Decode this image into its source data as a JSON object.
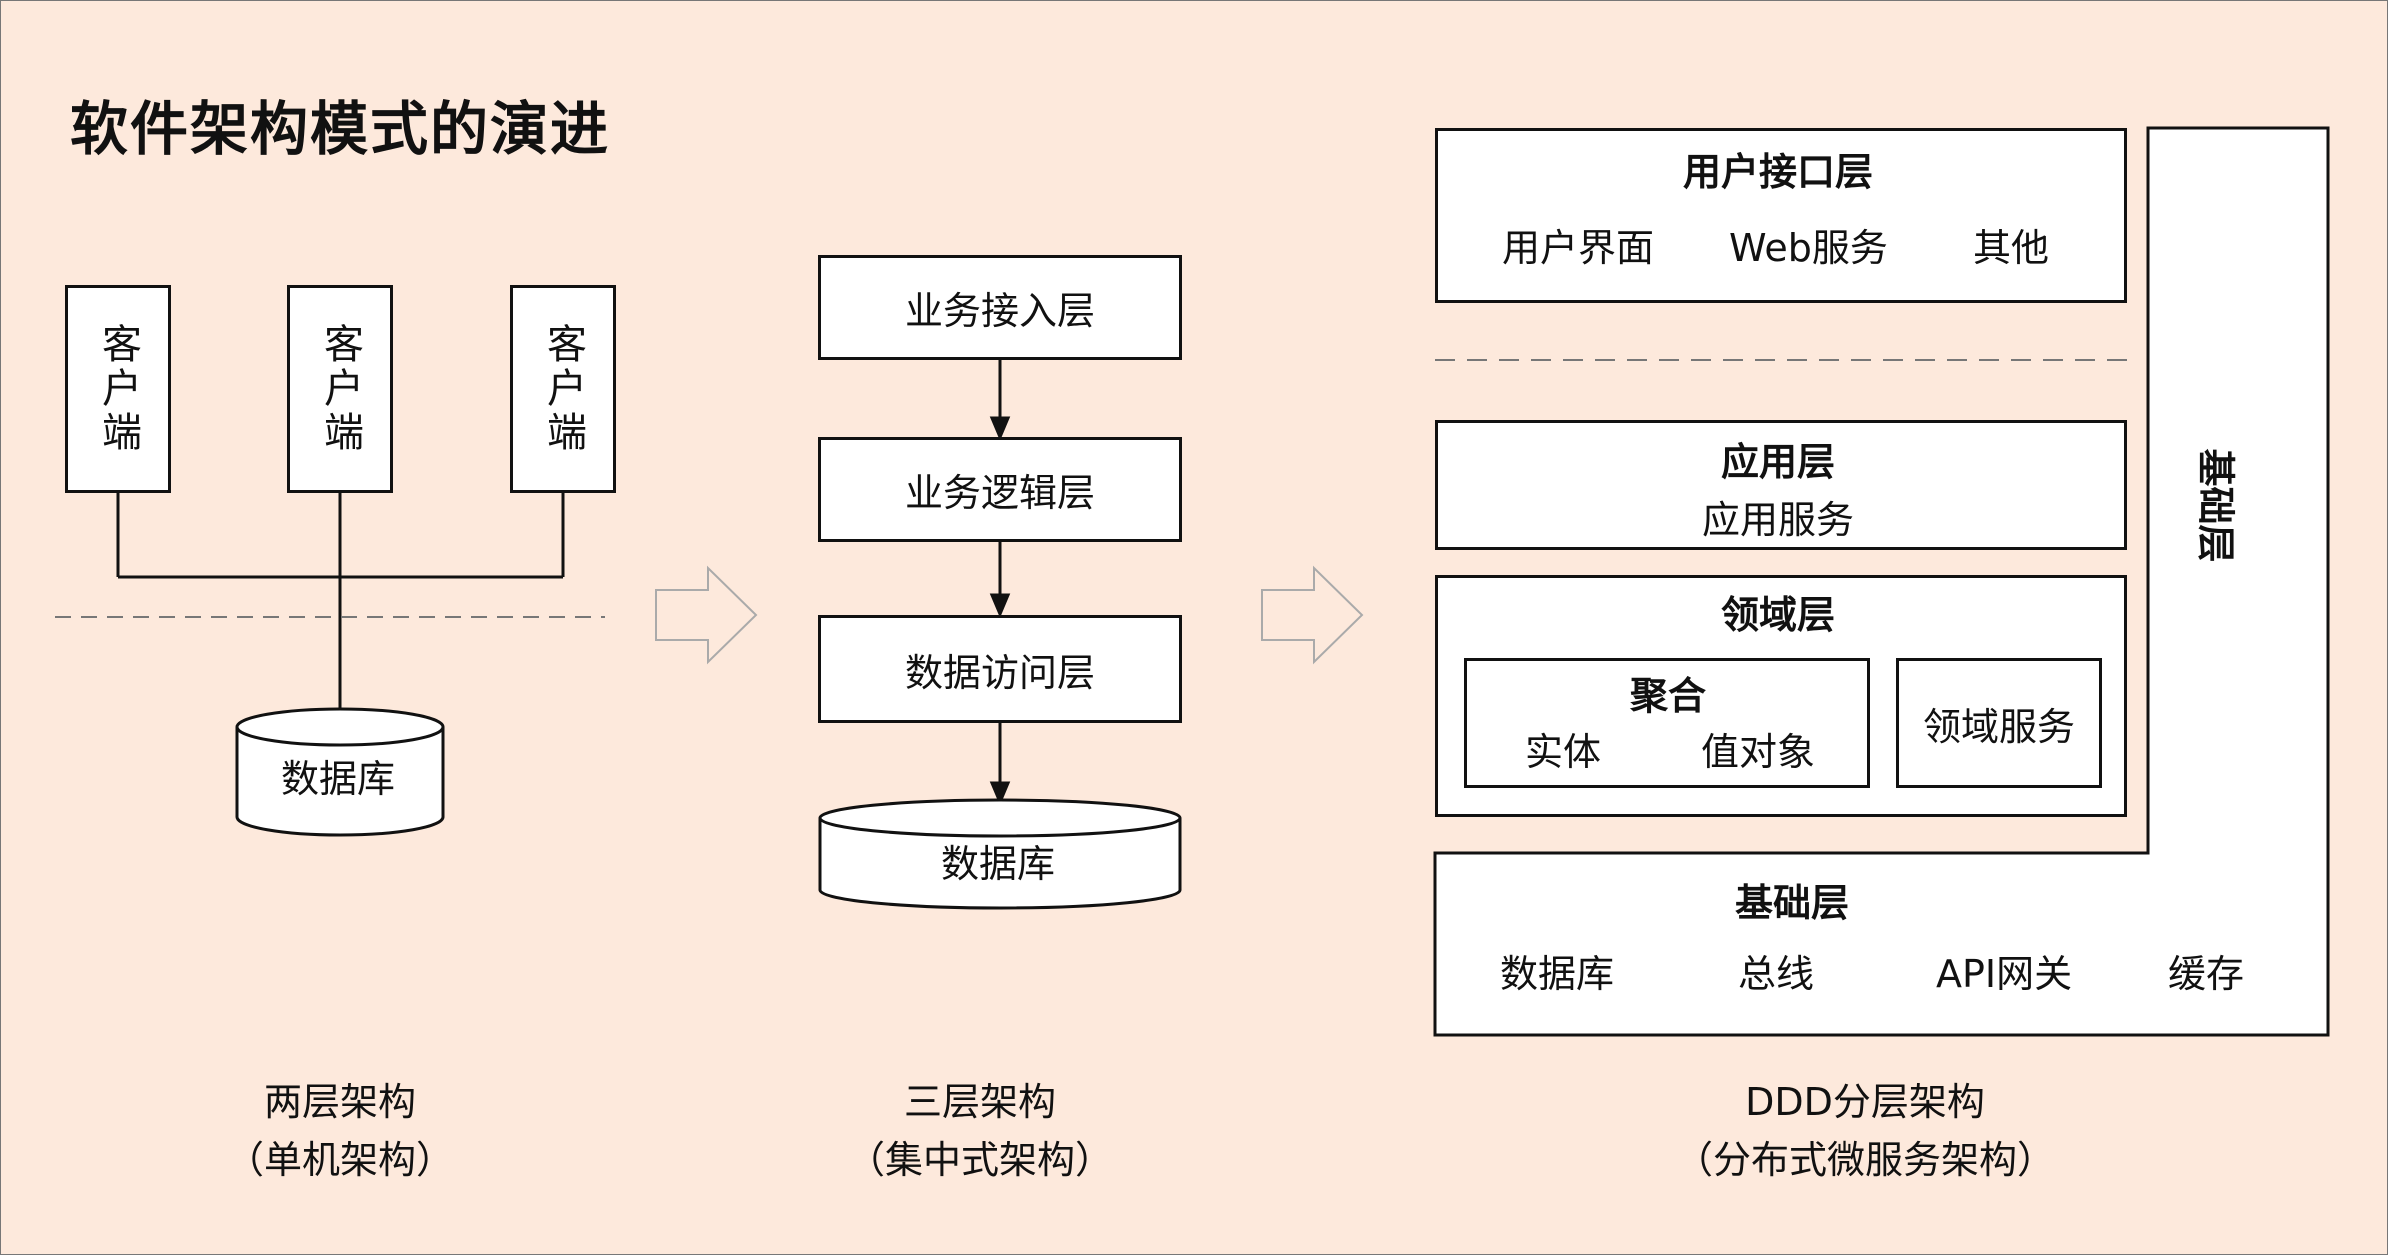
{
  "title": "软件架构模式的演进",
  "two_tier": {
    "clients": [
      "客户端",
      "客户端",
      "客户端"
    ],
    "database": "数据库",
    "caption_line1": "两层架构",
    "caption_line2": "（单机架构）"
  },
  "three_tier": {
    "layers": [
      "业务接入层",
      "业务逻辑层",
      "数据访问层"
    ],
    "database": "数据库",
    "caption_line1": "三层架构",
    "caption_line2": "（集中式架构）"
  },
  "ddd": {
    "user_interface": {
      "title": "用户接口层",
      "items": [
        "用户界面",
        "Web服务",
        "其他"
      ]
    },
    "application": {
      "title": "应用层",
      "items": [
        "应用服务"
      ]
    },
    "domain": {
      "title": "领域层",
      "aggregate": {
        "title": "聚合",
        "items": [
          "实体",
          "值对象"
        ]
      },
      "service": "领域服务"
    },
    "infrastructure": {
      "title": "基础层",
      "items": [
        "数据库",
        "总线",
        "API网关",
        "缓存"
      ]
    },
    "side_label": "基础层",
    "caption_line1": "DDD分层架构",
    "caption_line2": "（分布式微服务架构）"
  }
}
